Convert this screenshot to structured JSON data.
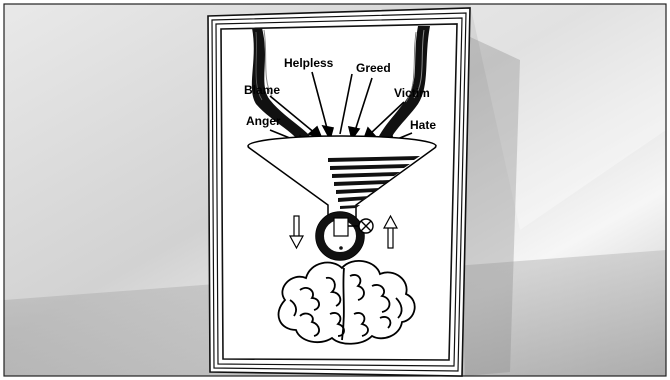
{
  "diagram": {
    "labels": {
      "blame": "Blame",
      "helpless": "Helpless",
      "greed": "Greed",
      "victim": "Victim",
      "anger": "Anger",
      "hate": "Hate"
    },
    "colors": {
      "wall_light": "#f4f4f4",
      "wall_dark": "#b4b4b4",
      "frame": "#111111",
      "poster": "#ffffff",
      "slide_border": "#222222"
    }
  }
}
